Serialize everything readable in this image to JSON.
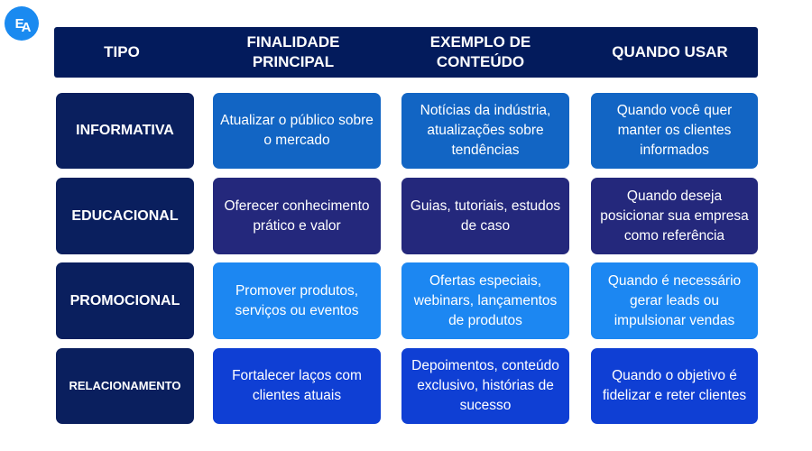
{
  "logo": {
    "letters": [
      "E",
      "A"
    ]
  },
  "header": [
    "TIPO",
    "FINALIDADE PRINCIPAL",
    "EXEMPLO DE CONTEÚDO",
    "QUANDO USAR"
  ],
  "rows": [
    {
      "tipo": "INFORMATIVA",
      "finalidade": "Atualizar o público sobre o mercado",
      "exemplo": "Notícias da indústria, atualizações sobre tendências",
      "quando": "Quando você quer manter os clientes informados",
      "color": "#1265c4"
    },
    {
      "tipo": "EDUCACIONAL",
      "finalidade": "Oferecer conhecimento prático e valor",
      "exemplo": "Guias, tutoriais, estudos de caso",
      "quando": "Quando deseja posicionar sua empresa como referência",
      "color": "#24287c"
    },
    {
      "tipo": "PROMOCIONAL",
      "finalidade": "Promover produtos, serviços ou eventos",
      "exemplo": "Ofertas especiais, webinars, lançamentos de produtos",
      "quando": "Quando é necessário gerar leads ou impulsionar vendas",
      "color": "#1c87f2"
    },
    {
      "tipo": "RELACIONAMENTO",
      "finalidade": "Fortalecer laços com clientes atuais",
      "exemplo": "Depoimentos, conteúdo exclusivo, histórias de sucesso",
      "quando": "Quando o objetivo é fidelizar e reter clientes",
      "color": "#0f3fd4"
    }
  ]
}
